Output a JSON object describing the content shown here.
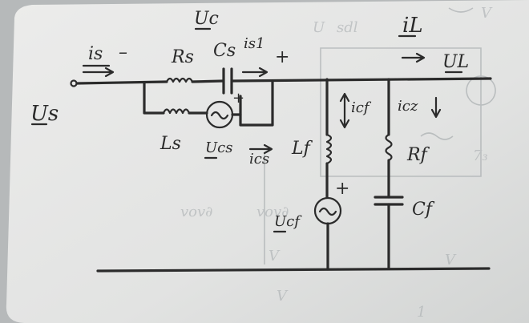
{
  "labels": {
    "us": "Us",
    "is": "is",
    "is_dash": "–",
    "rs": "Rs",
    "cs": "Cs",
    "uc": "Uc",
    "is1": "is1",
    "is1_plus": "+",
    "il": "iL",
    "ul": "UL",
    "ls": "Ls",
    "ucs": "Ucs",
    "ucs_plus": "+",
    "ics": "ics",
    "icf": "icf",
    "icz": "icz",
    "lf": "Lf",
    "rf": "Rf",
    "cf": "Cf",
    "ucf": "Ucf",
    "ucf_plus": "+"
  },
  "colors": {
    "ink": "#2b2b2b",
    "paper": "#e6e7e6",
    "background": "#b9bcbd",
    "ghost": "#9aa0a3"
  }
}
